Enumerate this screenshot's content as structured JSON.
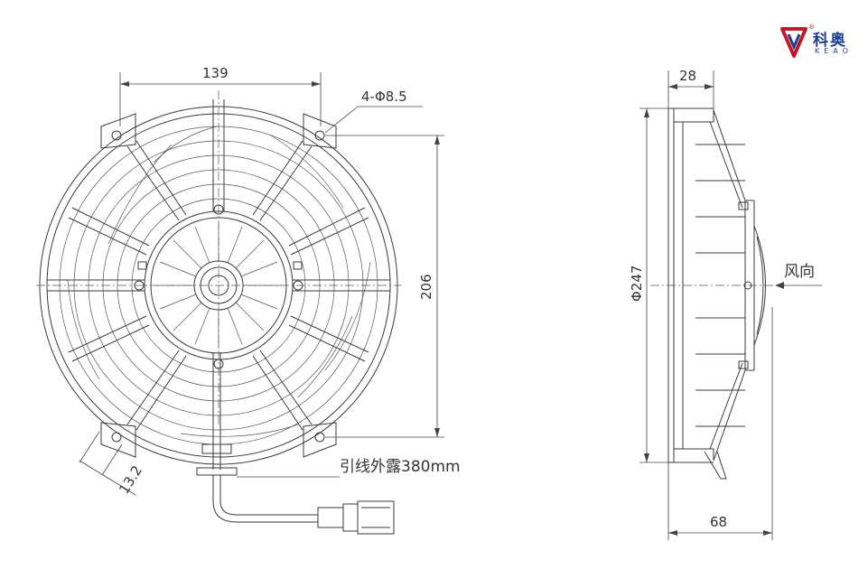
{
  "logo": {
    "brand_cn": "科奥",
    "brand_en": "KEAO",
    "registered": "®",
    "accent": "#c0182a",
    "brand_color": "#1d3e8f"
  },
  "front_view": {
    "width_dim": "139",
    "holes_note": "4-Φ8.5",
    "height_dim": "206",
    "offset_dim": "13.2",
    "lead_note": "引线外露380mm"
  },
  "side_view": {
    "depth_dim": "28",
    "diameter_dim": "Φ247",
    "total_depth_dim": "68",
    "airflow_note": "风向"
  }
}
